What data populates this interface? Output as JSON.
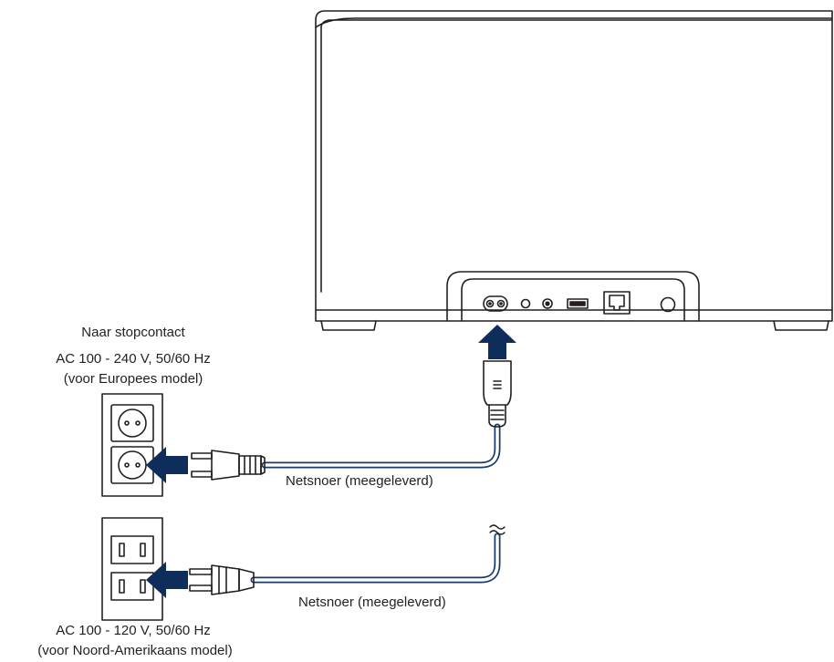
{
  "labels": {
    "eu_heading": "Naar stopcontact",
    "eu_voltage": "AC 100 - 240 V, 50/60 Hz",
    "eu_model": "(voor Europees model)",
    "cord_eu": "Netsnoer (meegeleverd)",
    "cord_na": "Netsnoer (meegeleverd)",
    "na_voltage": "AC 100 - 120 V, 50/60 Hz",
    "na_model": "(voor Noord-Amerikaans model)"
  },
  "colors": {
    "line": "#231f20",
    "cord": "#1a3a6e",
    "arrow": "#0f2d5a",
    "background": "#ffffff"
  },
  "icons": {
    "rear_panel": [
      "ac-inlet-icon",
      "button-icon",
      "aux-jack-icon",
      "usb-port-icon",
      "ethernet-port-icon",
      "round-jack-icon"
    ],
    "eu_socket": "schuko-socket-icon",
    "na_socket": "nema-socket-icon",
    "cord_break": "wavy-break-icon"
  }
}
